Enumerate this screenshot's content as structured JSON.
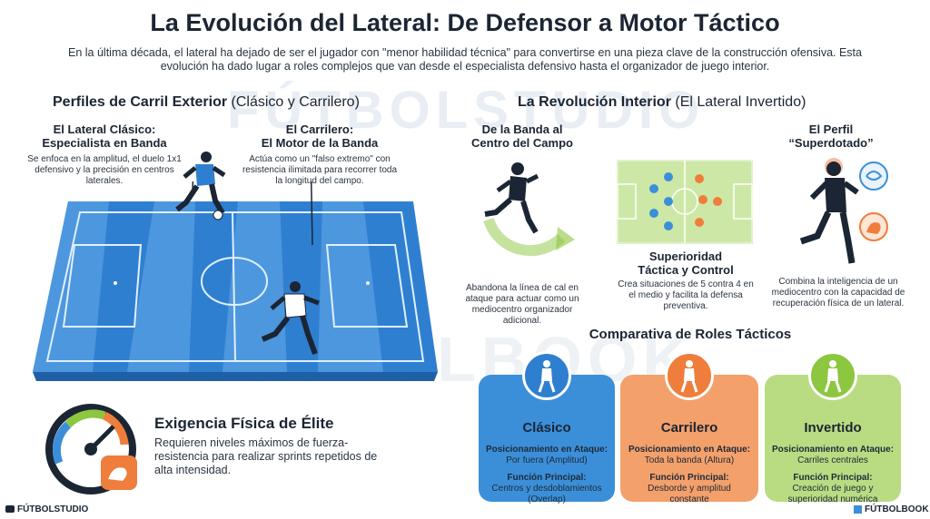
{
  "title": "La Evolución del Lateral: De Defensor a Motor Táctico",
  "intro": "En la última década, el lateral ha dejado de ser el jugador con \"menor habilidad técnica\" para convertirse en una pieza clave de la construcción ofensiva. Esta evolución ha dado lugar a roles complejos que van desde el especialista defensivo hasta el organizador de juego interior.",
  "left_section": {
    "title_bold": "Perfiles de Carril Exterior",
    "title_rest": " (Clásico y Carrilero)"
  },
  "clasico": {
    "heading_1": "El Lateral Clásico:",
    "heading_2": "Especialista en Banda",
    "text": "Se enfoca en la amplitud, el duelo 1x1 defensivo y la precisión en centros laterales."
  },
  "carrilero": {
    "heading_1": "El Carrilero:",
    "heading_2": "El Motor de la Banda",
    "text": "Actúa como un \"falso extremo\" con resistencia ilimitada para recorrer toda la longitud del campo."
  },
  "exigencia": {
    "heading": "Exigencia Física de Élite",
    "text": "Requieren niveles máximos de fuerza-resistencia para realizar sprints repetidos de alta intensidad."
  },
  "right_section": {
    "title_bold": "La Revolución Interior",
    "title_rest": " (El Lateral Invertido)"
  },
  "banda": {
    "heading_1": "De la Banda al",
    "heading_2": "Centro del Campo",
    "text": "Abandona la línea de cal en ataque para actuar como un mediocentro organizador adicional."
  },
  "superioridad": {
    "heading_1": "Superioridad",
    "heading_2": "Táctica y Control",
    "text": "Crea situaciones de 5 contra 4 en el medio y facilita la defensa preventiva."
  },
  "perfil": {
    "heading_1": "El Perfil",
    "heading_2": "“Superdotado”",
    "text": "Combina la inteligencia de un mediocentro con la capacidad de recuperación física de un lateral."
  },
  "comparativa_title": "Comparativa de Roles Tácticos",
  "roles": [
    {
      "name": "Clásico",
      "pos_label": "Posicionamiento en Ataque:",
      "pos_value": "Por fuera (Amplitud)",
      "func_label": "Función Principal:",
      "func_value": "Centros y desdoblamientos (Overlap)",
      "color": "#3b8fd9"
    },
    {
      "name": "Carrilero",
      "pos_label": "Posicionamiento en Ataque:",
      "pos_value": "Toda la banda (Altura)",
      "func_label": "Función Principal:",
      "func_value": "Desborde y amplitud constante",
      "color": "#f08a4b"
    },
    {
      "name": "Invertido",
      "pos_label": "Posicionamiento en Ataque:",
      "pos_value": "Carriles centrales",
      "func_label": "Función Principal:",
      "func_value": "Creación de juego y superioridad numérica",
      "color": "#8dc63f"
    }
  ],
  "watermarks": {
    "top": "FÚTBOLSTUDIO",
    "bottom": "FÚTBOLBOOK"
  },
  "logos": {
    "left": "FÚTBOLSTUDIO",
    "right": "FÚTBOLBOOK"
  },
  "colors": {
    "blue": "#2f7fd1",
    "orange": "#ef7d3c",
    "green": "#8cc63f",
    "dark": "#1b2533"
  }
}
